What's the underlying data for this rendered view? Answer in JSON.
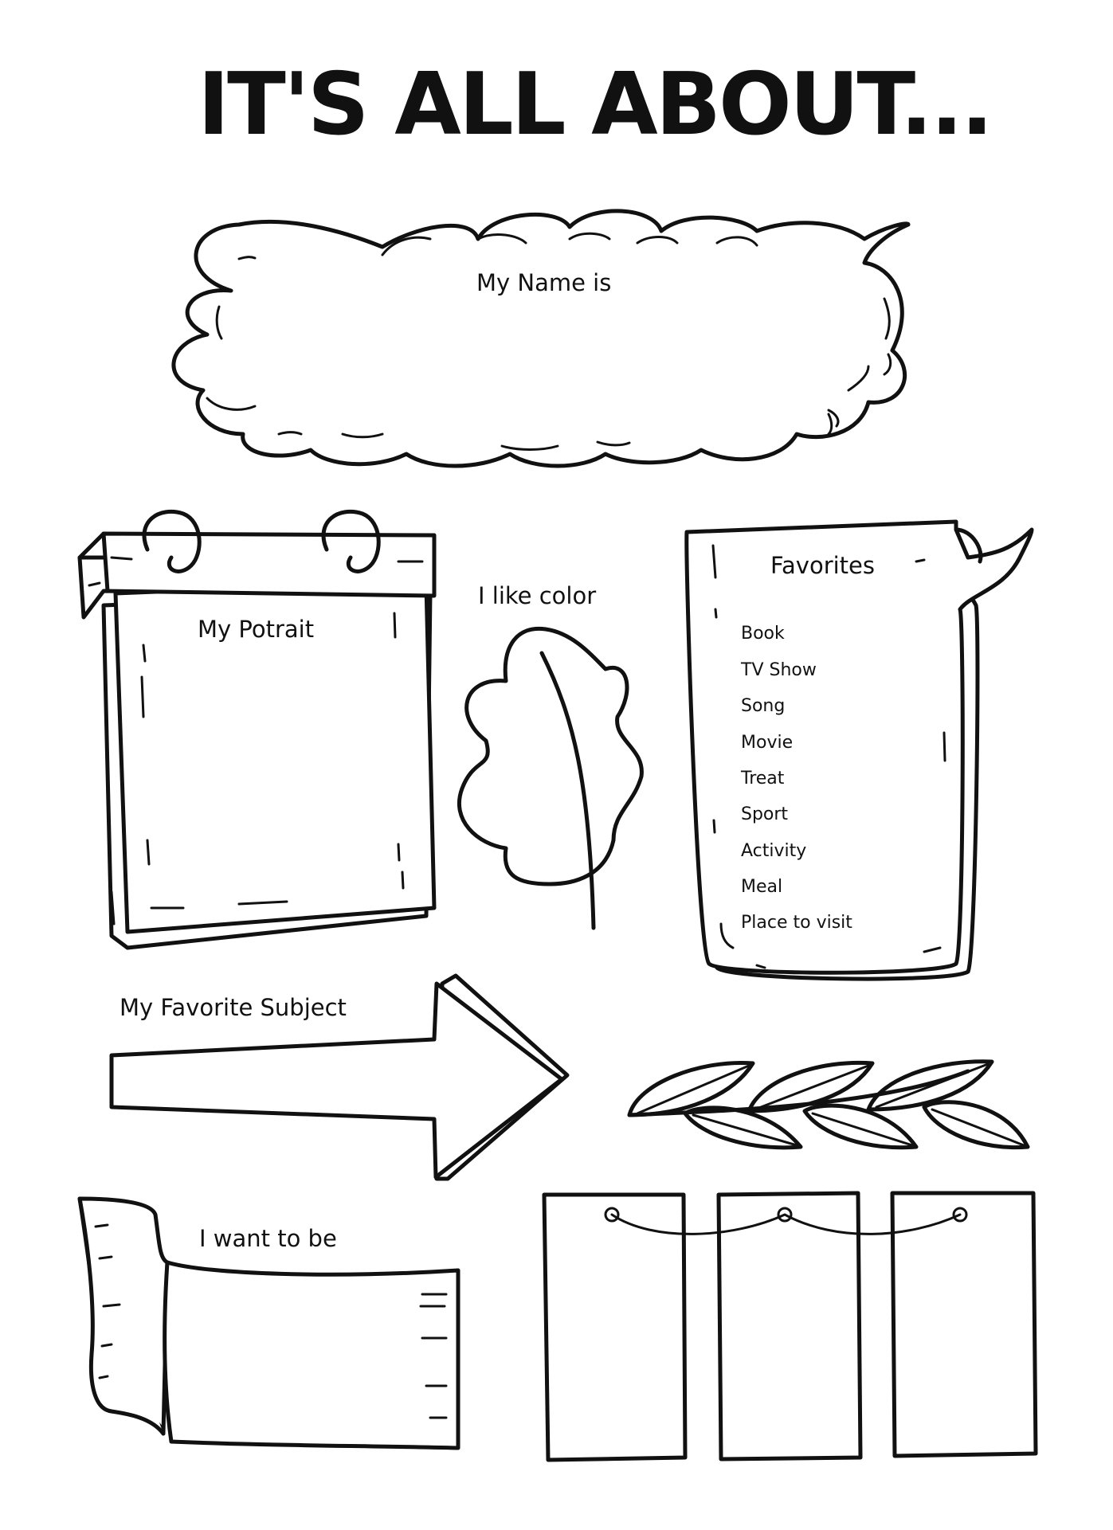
{
  "title": "IT'S ALL ABOUT...",
  "name_prompt": "My Name is",
  "portrait_label": "My Potrait",
  "color_label": "I like color",
  "favorites": {
    "heading": "Favorites",
    "items": [
      "Book",
      "TV Show",
      "Song",
      "Movie",
      "Treat",
      "Sport",
      "Activity",
      "Meal",
      "Place to visit"
    ]
  },
  "subject_label": "My Favorite Subject",
  "future_label": "I want to be",
  "colors": {
    "ink": "#111111",
    "paper": "#ffffff"
  }
}
